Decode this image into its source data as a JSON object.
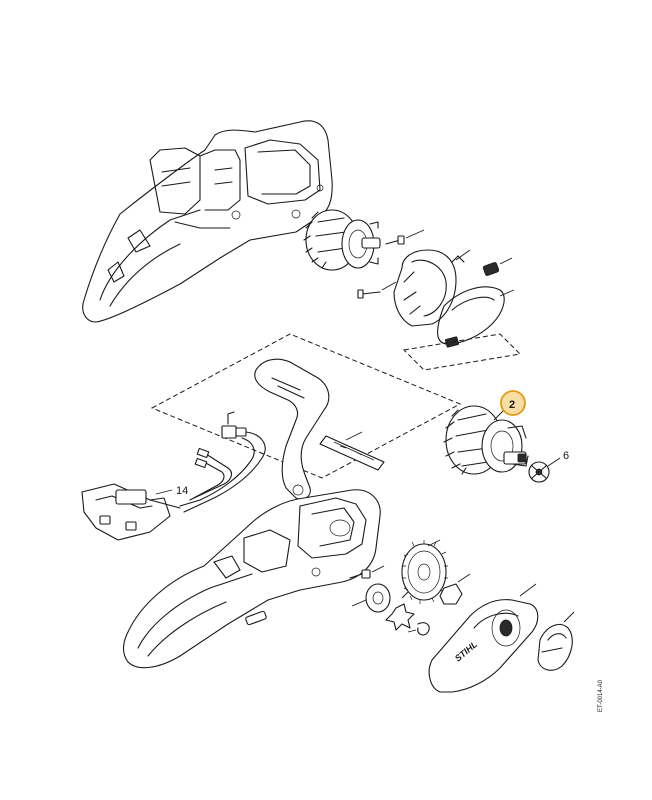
{
  "diagram": {
    "callouts": {
      "part_2": "2",
      "part_6": "6",
      "part_14": "14"
    },
    "highlight_color": "#f2b632",
    "reference_code": "ET-0014-A0",
    "brand_mark": "STIHL"
  }
}
